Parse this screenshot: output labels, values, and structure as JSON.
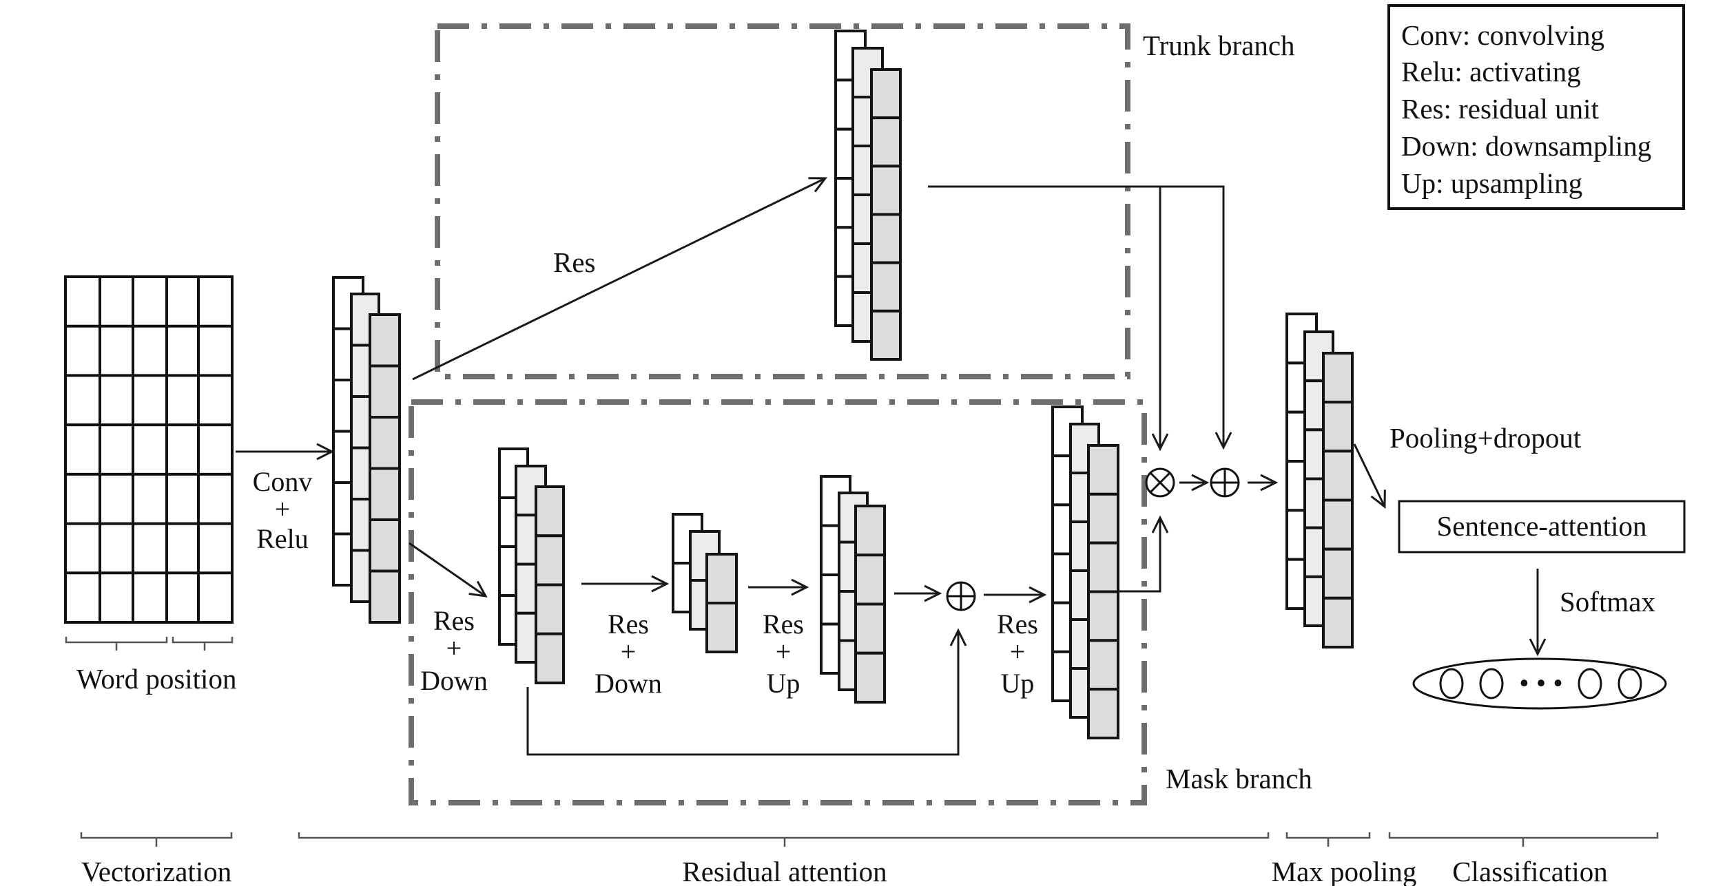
{
  "figure": {
    "legend": {
      "lines": [
        "Conv: convolving",
        "Relu: activating",
        "Res: residual unit",
        "Down: downsampling",
        "Up: upsampling"
      ]
    },
    "input": {
      "label": "Word position"
    },
    "conv_label": {
      "top": "Conv",
      "op": "+",
      "bottom": "Relu"
    },
    "trunk": {
      "title": "Trunk branch",
      "edge_label": "Res"
    },
    "mask": {
      "title": "Mask branch",
      "step1": {
        "top": "Res",
        "op": "+",
        "bottom": "Down"
      },
      "step2": {
        "top": "Res",
        "op": "+",
        "bottom": "Down"
      },
      "step3": {
        "top": "Res",
        "op": "+",
        "bottom": "Up"
      },
      "step4": {
        "top": "Res",
        "op": "+",
        "bottom": "Up"
      }
    },
    "operators": {
      "multiply": "⊗",
      "add": "⊕"
    },
    "pooling_label": "Pooling+dropout",
    "sentence_attention": "Sentence-attention",
    "softmax_label": "Softmax",
    "output_dots": "• • •",
    "stages": [
      {
        "label": "Vectorization"
      },
      {
        "label": "Residual attention"
      },
      {
        "label": "Max pooling"
      },
      {
        "label": "Classification"
      }
    ]
  }
}
